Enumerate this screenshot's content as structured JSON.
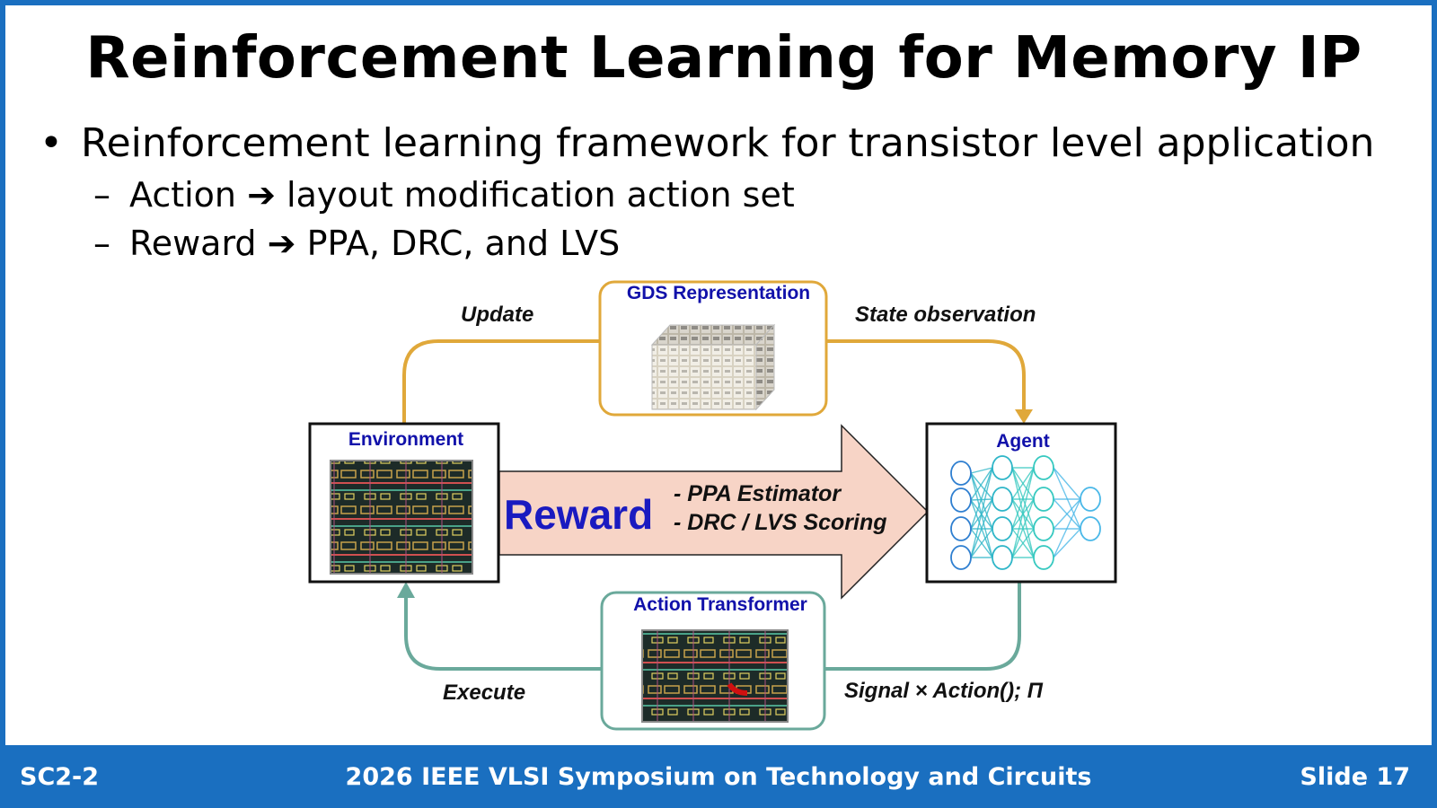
{
  "slide": {
    "title": "Reinforcement Learning for Memory IP",
    "bullet": "Reinforcement learning framework for transistor level application",
    "sub_bullets": [
      {
        "lead": "Action",
        "arrow": "➔",
        "text": "layout modification action set"
      },
      {
        "lead": "Reward",
        "arrow": "➔",
        "text": "PPA, DRC, and LVS"
      }
    ]
  },
  "diagram": {
    "gds_title": "GDS Representation",
    "environment_title": "Environment",
    "agent_title": "Agent",
    "action_transformer_title": "Action Transformer",
    "update_label": "Update",
    "state_label": "State observation",
    "execute_label": "Execute",
    "signal_label": "Signal × Action(); Π",
    "reward_label": "Reward",
    "reward_items": [
      "- PPA Estimator",
      "- DRC / LVS Scoring"
    ],
    "colors": {
      "gold": "#e0a83a",
      "teal": "#6aa99b",
      "reward_fill": "#f7d4c6",
      "title_blue": "#1111aa",
      "reward_blue": "#1a1ac0",
      "neuron": "#3aa0d8"
    }
  },
  "footer": {
    "left": "SC2-2",
    "center": "2026 IEEE VLSI Symposium on Technology and Circuits",
    "right": "Slide 17"
  }
}
